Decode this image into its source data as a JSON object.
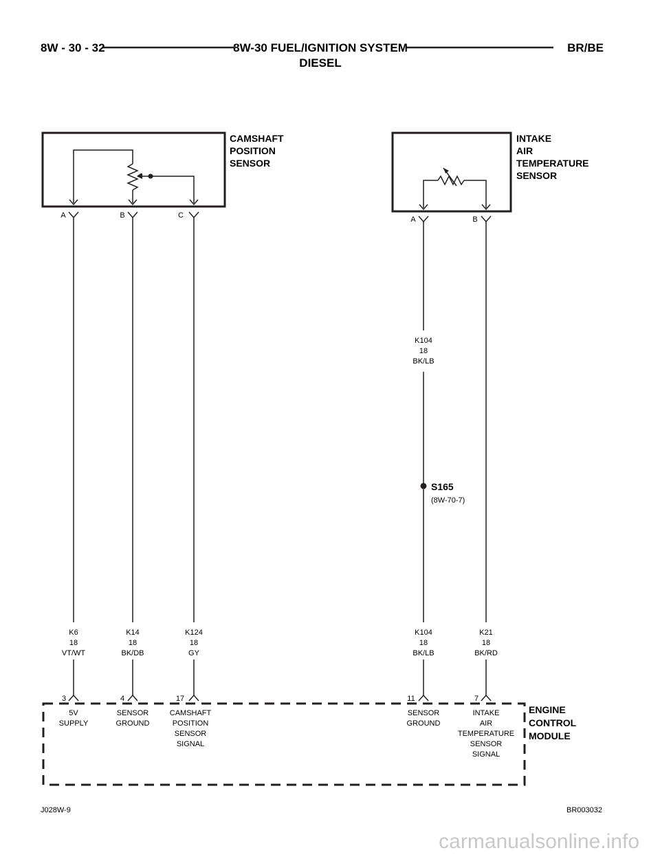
{
  "header": {
    "page_number": "8W - 30 - 32",
    "title_line1": "8W-30 FUEL/IGNITION SYSTEM",
    "title_line2": "DIESEL",
    "model": "BR/BE"
  },
  "cmp_sensor": {
    "name_lines": [
      "CAMSHAFT",
      "POSITION",
      "SENSOR"
    ],
    "pins": [
      "A",
      "B",
      "C"
    ]
  },
  "iat_sensor": {
    "name_lines": [
      "INTAKE",
      "AIR",
      "TEMPERATURE",
      "SENSOR"
    ],
    "pins": [
      "A",
      "B"
    ]
  },
  "wires": [
    {
      "circuit": "K6",
      "gauge": "18",
      "color": "VT/WT"
    },
    {
      "circuit": "K14",
      "gauge": "18",
      "color": "BK/DB"
    },
    {
      "circuit": "K124",
      "gauge": "18",
      "color": "GY"
    },
    {
      "circuit": "K104",
      "gauge": "18",
      "color": "BK/LB"
    },
    {
      "circuit": "K21",
      "gauge": "18",
      "color": "BK/RD"
    }
  ],
  "wire_mid": {
    "circuit": "K104",
    "gauge": "18",
    "color": "BK/LB"
  },
  "splice": {
    "id": "S165",
    "ref": "(8W-70-7)"
  },
  "ecm": {
    "name_lines": [
      "ENGINE",
      "CONTROL",
      "MODULE"
    ],
    "pins": [
      {
        "num": "3",
        "func": [
          "5V",
          "SUPPLY"
        ]
      },
      {
        "num": "4",
        "func": [
          "SENSOR",
          "GROUND"
        ]
      },
      {
        "num": "17",
        "func": [
          "CAMSHAFT",
          "POSITION",
          "SENSOR",
          "SIGNAL"
        ]
      },
      {
        "num": "11",
        "func": [
          "SENSOR",
          "GROUND"
        ]
      },
      {
        "num": "7",
        "func": [
          "INTAKE",
          "AIR",
          "TEMPERATURE",
          "SENSOR",
          "SIGNAL"
        ]
      }
    ]
  },
  "footer": {
    "left": "J028W-9",
    "right": "BR003032"
  },
  "watermark": "carmanualsonline.info",
  "colors": {
    "ink": "#231f20",
    "watermark": "#c8c8c8"
  }
}
